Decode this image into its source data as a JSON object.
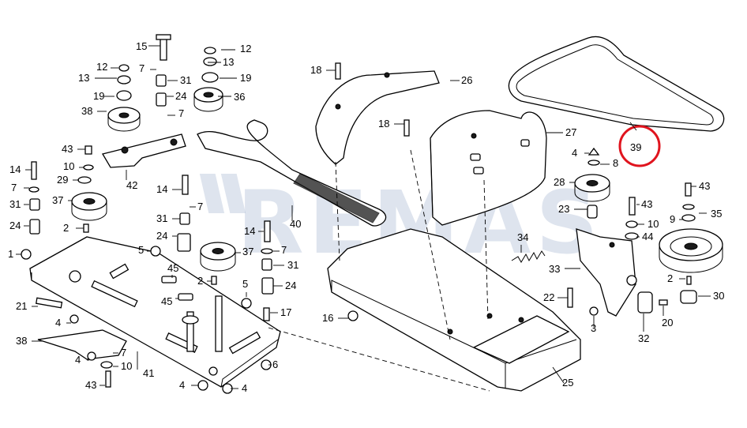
{
  "watermark": {
    "text": "REMAS",
    "color": "#6d86b3"
  },
  "highlight": {
    "label": "39",
    "ring_color": "#e0141e"
  },
  "colors": {
    "ink": "#000000",
    "paper": "#ffffff"
  },
  "callouts": [
    "15",
    "12",
    "12",
    "7",
    "13",
    "13",
    "31",
    "19",
    "19",
    "24",
    "36",
    "38",
    "7",
    "43",
    "10",
    "42",
    "14",
    "29",
    "7",
    "37",
    "31",
    "24",
    "2",
    "1",
    "21",
    "4",
    "38",
    "4",
    "10",
    "43",
    "7",
    "41",
    "14",
    "7",
    "31",
    "24",
    "14",
    "5",
    "2",
    "37",
    "7",
    "31",
    "45",
    "45",
    "5",
    "24",
    "17",
    "6",
    "4",
    "4",
    "18",
    "26",
    "18",
    "27",
    "40",
    "16",
    "25",
    "4",
    "8",
    "28",
    "23",
    "34",
    "33",
    "22",
    "3",
    "43",
    "10",
    "9",
    "44",
    "43",
    "35",
    "2",
    "30",
    "20",
    "32"
  ]
}
